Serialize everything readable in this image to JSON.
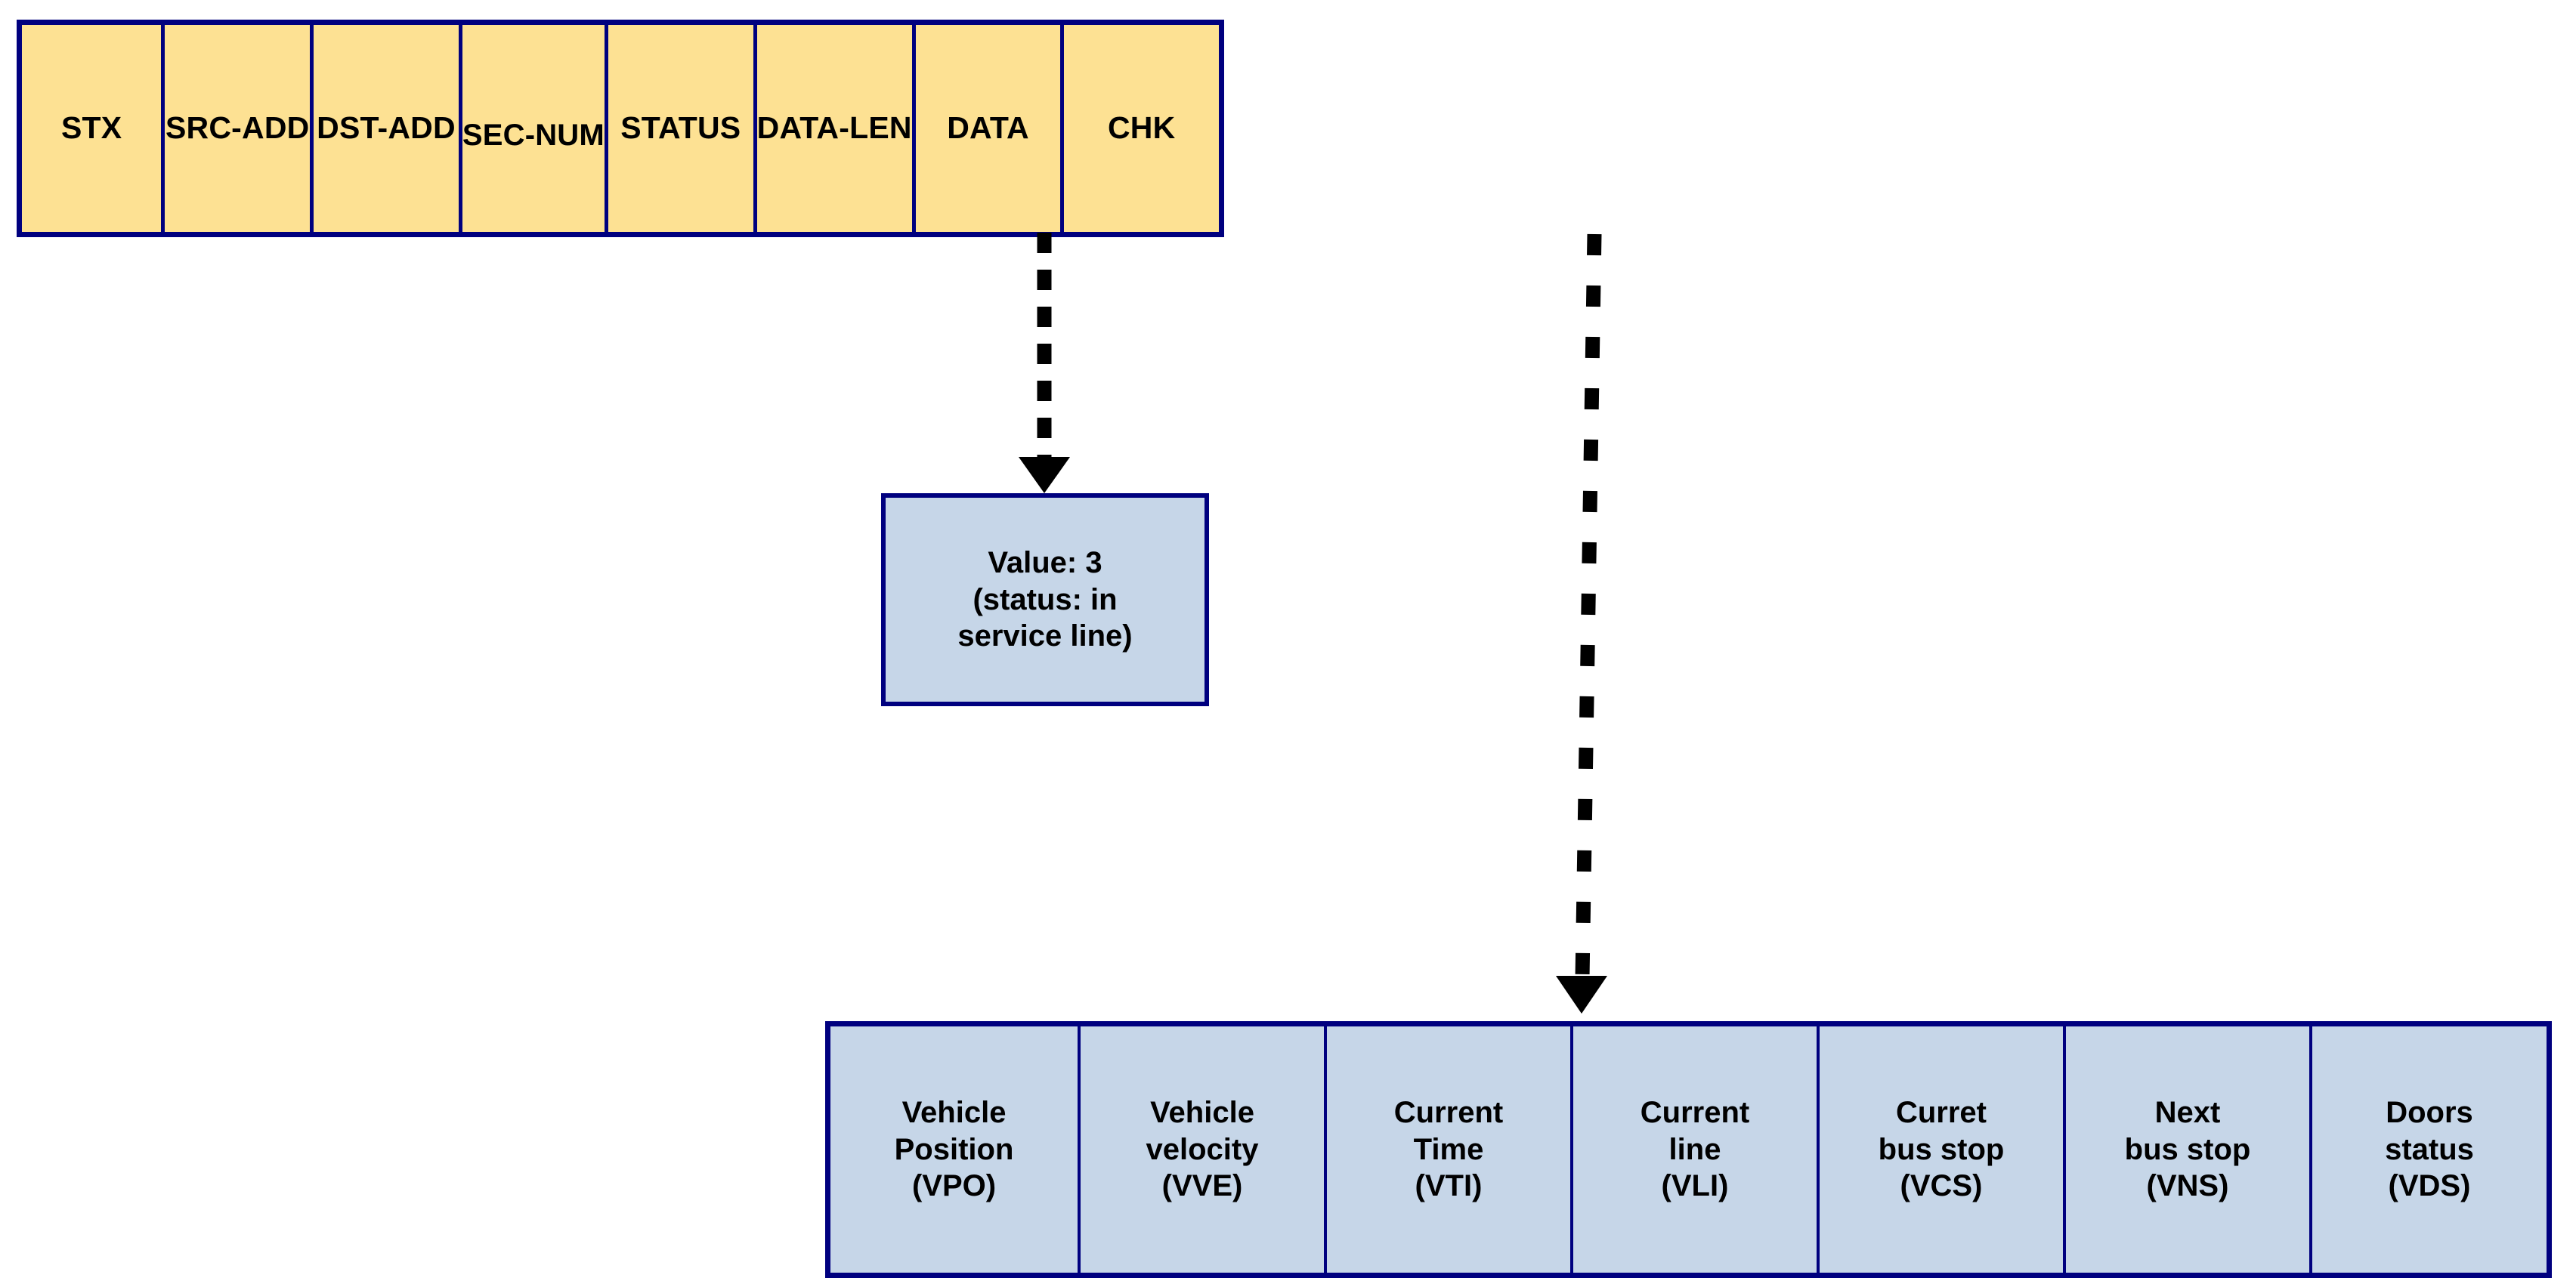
{
  "diagram": {
    "title": "Protocol frame structure with STATUS and DATA field expansion",
    "colors": {
      "frame_fill": "#FDE193",
      "frame_border": "#00007F",
      "data_fill": "#C6D6E8",
      "data_border": "#00007F",
      "arrow": "#000000",
      "background": "#FFFFFF"
    }
  },
  "frame_row": {
    "name": "packet-frame",
    "cells": [
      {
        "label": "STX"
      },
      {
        "label": "SRC-ADD"
      },
      {
        "label": "DST-ADD"
      },
      {
        "label": "SEC-NUM"
      },
      {
        "label": "STATUS"
      },
      {
        "label": "DATA-LEN"
      },
      {
        "label": "DATA"
      },
      {
        "label": "CHK"
      }
    ]
  },
  "status_note": {
    "name": "status-value-note",
    "text": "Value: 3\n(status: in\nservice line)"
  },
  "data_row": {
    "name": "data-field-breakdown",
    "cells": [
      {
        "label": "Vehicle\nPosition\n(VPO)",
        "abbrev": "VPO"
      },
      {
        "label": "Vehicle\nvelocity\n(VVE)",
        "abbrev": "VVE"
      },
      {
        "label": "Current\nTime\n(VTI)",
        "abbrev": "VTI"
      },
      {
        "label": "Current\nline\n(VLI)",
        "abbrev": "VLI"
      },
      {
        "label": "Curret\nbus stop\n(VCS)",
        "abbrev": "VCS"
      },
      {
        "label": "Next\nbus stop\n(VNS)",
        "abbrev": "VNS"
      },
      {
        "label": "Doors\nstatus\n(VDS)",
        "abbrev": "VDS"
      }
    ]
  },
  "connectors": [
    {
      "name": "status-to-note-arrow",
      "from": "STATUS",
      "to": "status-value-note",
      "style": "dashed",
      "arrowhead": "filled-triangle"
    },
    {
      "name": "data-to-fields-arrow",
      "from": "DATA",
      "to": "data-field-breakdown",
      "style": "dashed",
      "arrowhead": "filled-triangle"
    }
  ]
}
